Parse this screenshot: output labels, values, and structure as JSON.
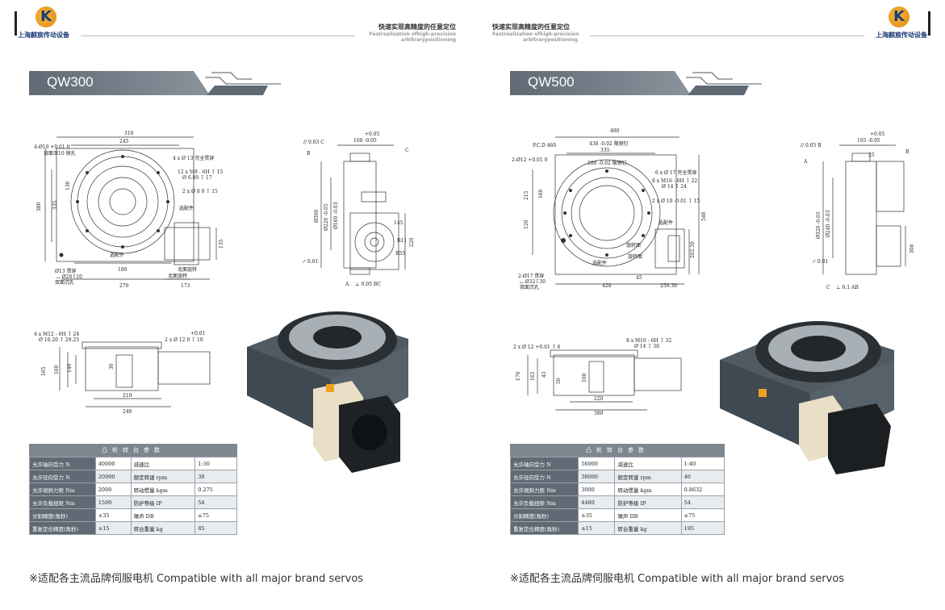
{
  "brand": {
    "company_cn": "上海麒宸传动设备",
    "tagline_cn": "快速实现高精度的任意定位",
    "tagline_en_1": "Fastrealization ofhigh-precision",
    "tagline_en_2": "arbitrarypositioning"
  },
  "colors": {
    "banner": "#6a747e",
    "table_header": "#606a74",
    "logo_accent": "#f0a020",
    "logo_text": "#1d3c78"
  },
  "footer_note": "※适配各主流品牌伺服电机 Compatible with all major brand servos",
  "pages": [
    {
      "model": "QW300",
      "dims": {
        "d310": "310",
        "d245": "245",
        "d380": "380",
        "d335": "335",
        "d130": "130",
        "d180": "180",
        "d270": "270",
        "d173": "173",
        "d135": "135",
        "hole_a": "4-Ø10  +0.01 0",
        "hole_a2": "背面深10 销孔",
        "thru": "4 x Ø 13 完全贯穿",
        "m8": "12 x M8 - 6H ↧ 15",
        "m8b": "Ø 6.80 ↧ 17",
        "pin": "2 x Ø 8 0 ↧ 15",
        "opt": "选配件",
        "thru2": "Ø13 贯穿",
        "cbore": "⌴ Ø20↧20",
        "cbore2": "双面沉孔",
        "nxa": "北面旋转",
        "nxb": "北面旋转",
        "opt2": "选配件",
        "tol_top": "+0.05",
        "tol_d": "160 -0.05",
        "flat": "// 0.03 C",
        "ref_b": "B",
        "ref_c": "C",
        "ref_a": "A",
        "run": "↗ 0.01",
        "perp": "⊥ 0.05 BC",
        "d300": "Ø300",
        "d220": "Ø220 -0.05",
        "d160": "Ø160 -0.03",
        "d145": "145",
        "r11": "R11",
        "r55": "R55",
        "h220": "220",
        "fv_m12": "4 x M12 - 6H ↧ 24",
        "fv_m12b": "Ø 10.20 ↧ 29.25",
        "fv_pin": "2 x Ø 12  0 ↧ 10",
        "fv_tol": "+0.01",
        "fv_165": "165",
        "fv_160": "160",
        "fv_140": "140",
        "fv_30": "30",
        "fv_210": "210",
        "fv_240": "240"
      },
      "table": {
        "title": "凸轮转台参数",
        "rows": [
          [
            "允许轴向受力 N",
            "40000",
            "减速比",
            "1:30"
          ],
          [
            "允许径向受力 N",
            "20000",
            "额定转速 rpm",
            "30"
          ],
          [
            "允许倾斜力矩 Nm",
            "2000",
            "转动惯量 kgm",
            "0.275"
          ],
          [
            "允许负载扭矩 Nm",
            "1500",
            "防护等级 IP",
            "54"
          ],
          [
            "分割精度(角秒)",
            "±35",
            "噪声 DB",
            "≤75"
          ],
          [
            "重复定位精度(角秒)",
            "±15",
            "转台重量 kg",
            "85"
          ]
        ]
      }
    },
    {
      "model": "QW500",
      "dims": {
        "d480": "480",
        "d438": "438 -0.02 限销钉",
        "d335": "335",
        "d280": "280 -0.02 限销钉",
        "d215": "215",
        "d160": "160",
        "d120": "120",
        "d420": "420",
        "d250": "250.30",
        "d45": "45",
        "d540": "540",
        "d202": "202.50",
        "hole": "2-Ø12 +0.01 0",
        "pcd": "P.C.D 460",
        "thru": "6 x Ø 17 完全贯穿",
        "m16": "8 x M16 - 6H ↧ 22",
        "m16b": "Ø 14 ↧ 24",
        "pin": "2 x Ø 10 -0.01 ↧ 15",
        "opt": "选配件",
        "rot1": "旋转面",
        "rot2": "旋转面",
        "opt2": "选配件",
        "thru2": "2-Ø17 贯穿",
        "cbore": "⌴ Ø32↧30",
        "cbore2": "双面沉孔",
        "tol_top": "+0.05",
        "tol_d": "165 -0.05",
        "flat": "// 0.05 B",
        "ref_b": "B",
        "ref_a": "A",
        "ref_c": "C",
        "d25": "25",
        "run": "↗ 0.01",
        "perp": "⊥ 0.1 AB",
        "d320": "Ø320 -0.05",
        "d240": "Ø240 -0.03",
        "h300": "300",
        "fv_pin": "2 x Ø 12 +0.01 ↧ 6",
        "fv_m16": "8 x M16 - 6H ↧ 32",
        "fv_m16b": "Ø 14 ↧ 38",
        "fv_170": "170",
        "fv_165": "165",
        "fv_45": "45",
        "fv_100": "100",
        "fv_220": "220",
        "fv_380": "380",
        "fv_50": "50"
      },
      "table": {
        "title": "凸轮转台参数",
        "rows": [
          [
            "允许轴向受力 N",
            "56000",
            "减速比",
            "1:40"
          ],
          [
            "允许径向受力 N",
            "38000",
            "额定转速 rpm",
            "40"
          ],
          [
            "允许倾斜力矩 Nm",
            "3000",
            "转动惯量 kgm",
            "0.8632"
          ],
          [
            "允许负载扭矩 Nm",
            "4480",
            "防护等级 IP",
            "54"
          ],
          [
            "分割精度(角秒)",
            "±35",
            "噪声 DB",
            "≤75"
          ],
          [
            "重复定位精度(角秒)",
            "±15",
            "转台重量 kg",
            "195"
          ]
        ]
      }
    }
  ]
}
